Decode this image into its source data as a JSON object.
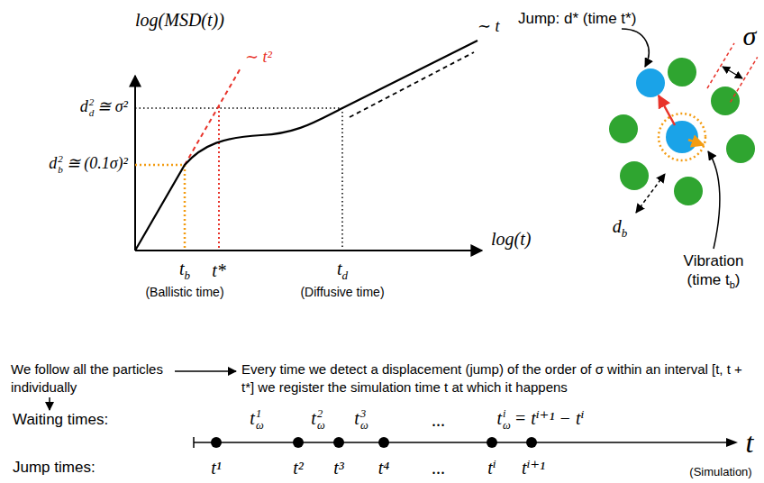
{
  "diagram": {
    "labels": [
      "log(MSD(t))",
      "∼ t²",
      "∼ t",
      "d",
      "d",
      "2",
      "≅ σ²",
      "d",
      "b",
      "2",
      "≅ (0.1σ)²",
      "log(t)",
      "t",
      "b",
      "t*",
      "t",
      "d",
      "(Ballistic time)",
      "(Diffusive time)",
      "Jump: d* (time t*)",
      "σ",
      "d",
      "b",
      "Vibration",
      "(time t",
      "b",
      ")",
      "We follow all the particles individually",
      "Every time we detect a displacement (jump) of the order of σ within an interval [t, t + t*] we register the simulation time t at which it happens",
      "Waiting times:",
      "t",
      "ω",
      "1",
      "t",
      "ω",
      "2",
      "t",
      "ω",
      "3",
      "...",
      "t",
      "ω",
      "i",
      "= tⁱ⁺¹ − tⁱ",
      "Jump times:",
      "t¹",
      "t²",
      "t³",
      "t⁴",
      "...",
      "tⁱ",
      "tⁱ⁺¹",
      "t",
      "(Simulation)"
    ]
  }
}
